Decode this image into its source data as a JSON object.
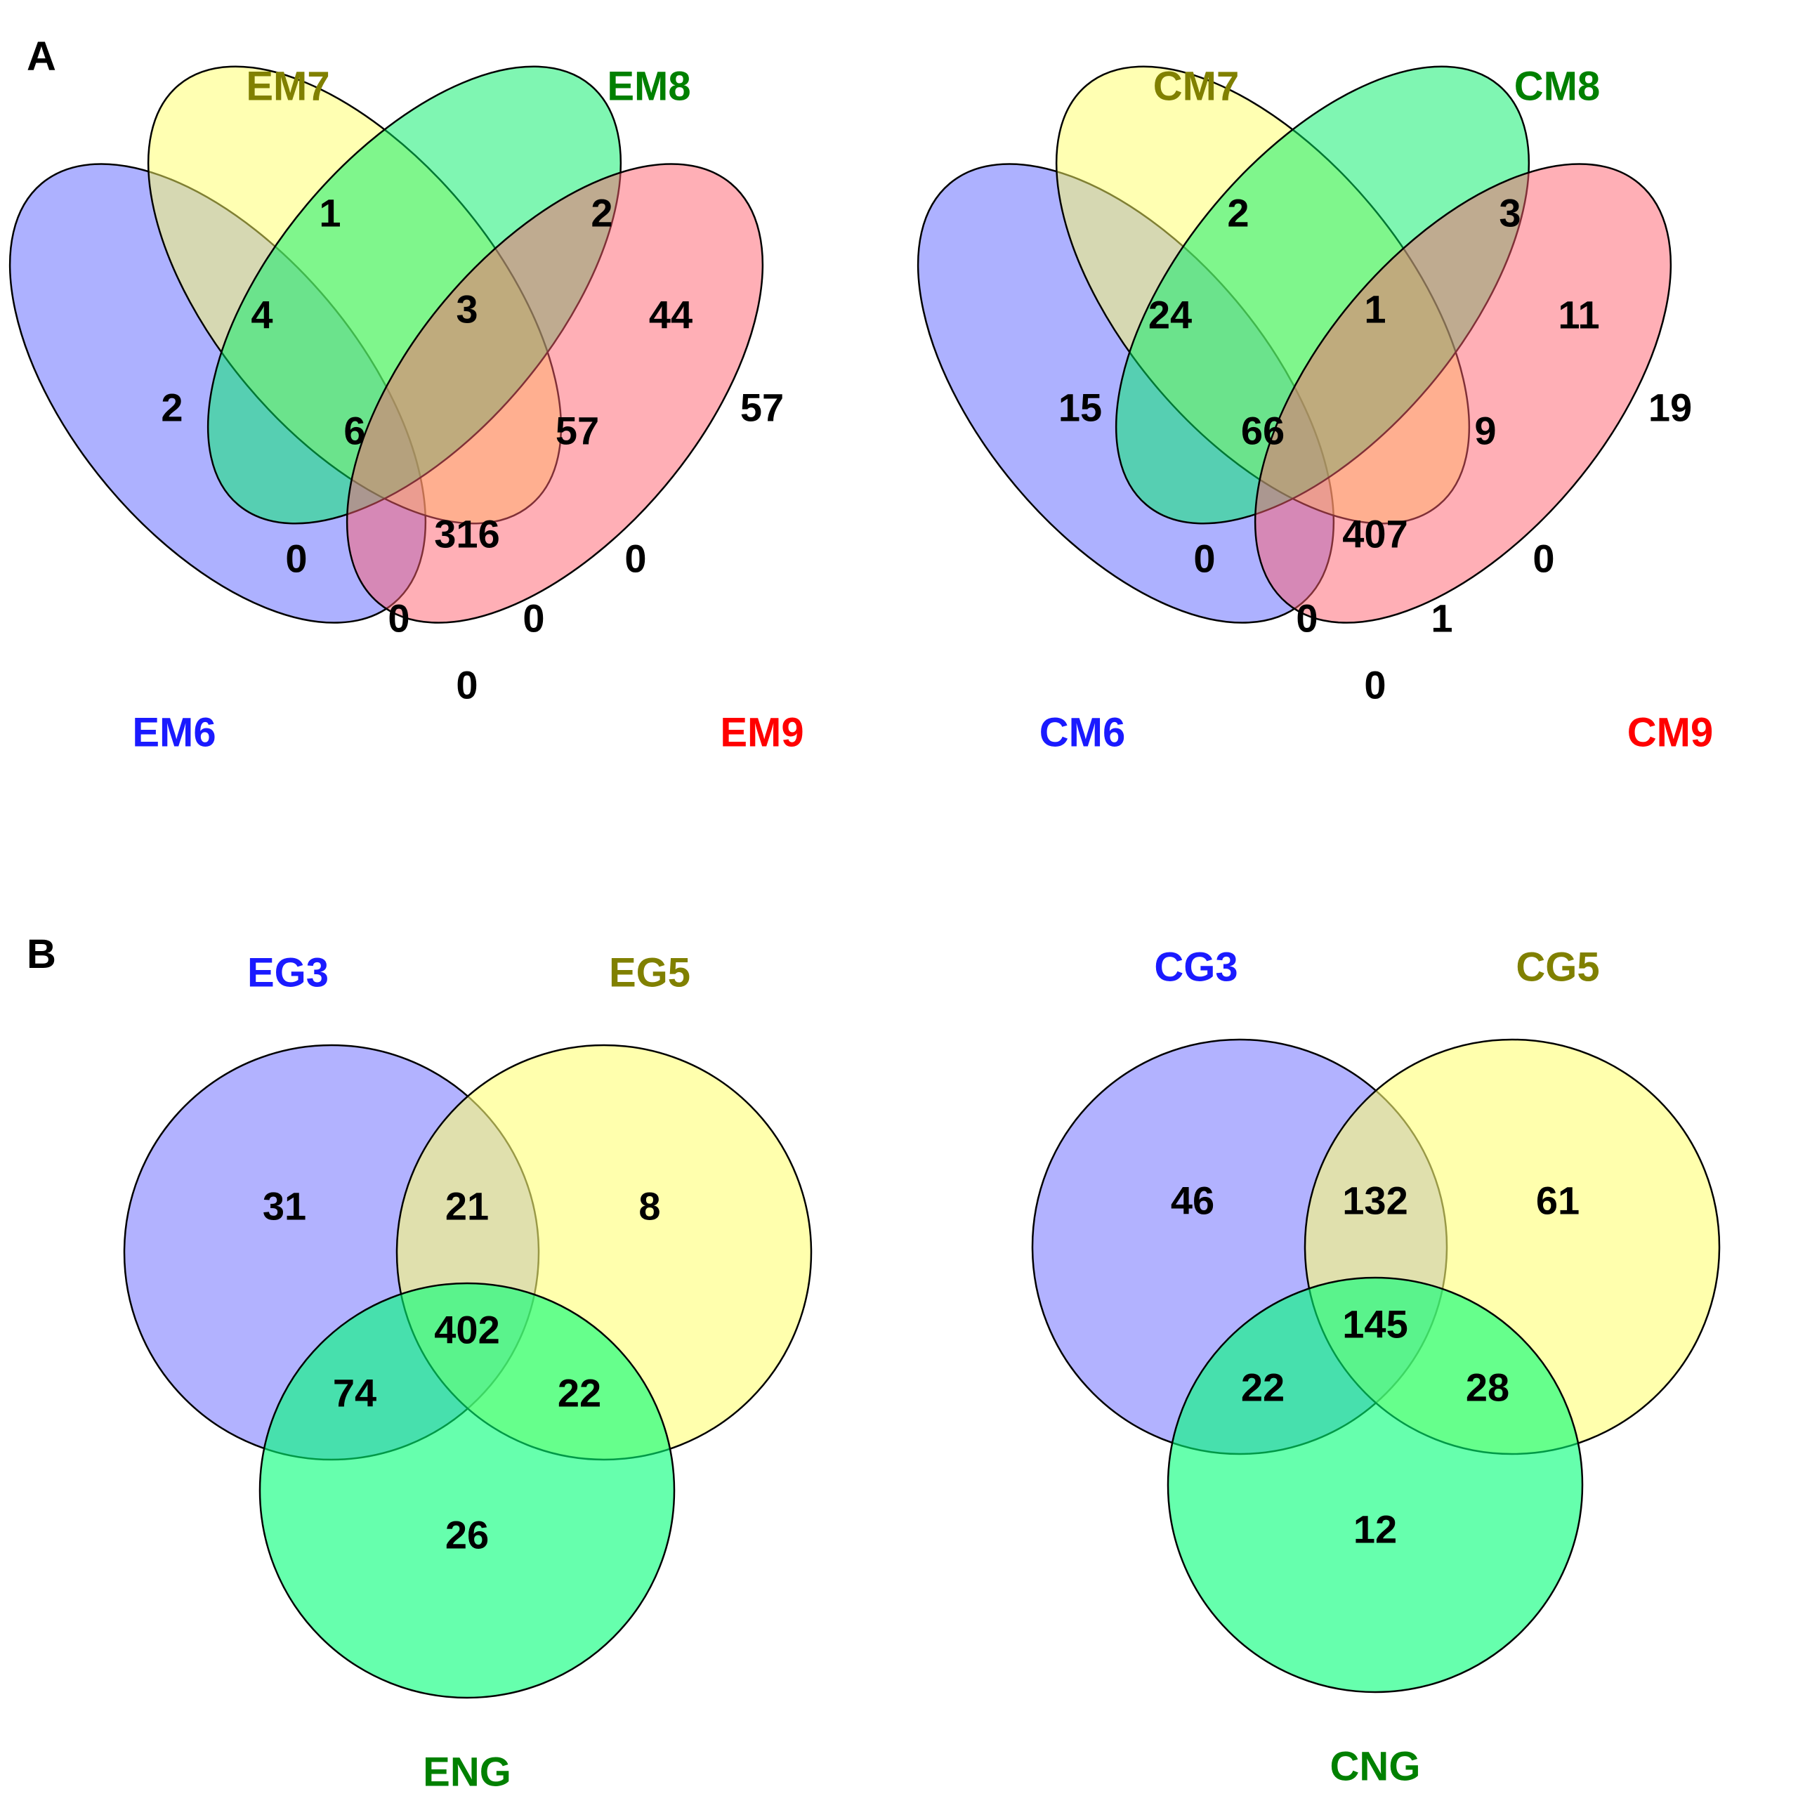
{
  "panels": [
    {
      "letter": "A"
    },
    {
      "letter": "B"
    }
  ],
  "venn4": [
    {
      "sets": [
        {
          "label": "EM6",
          "fill": "#5b63ff",
          "label_color": "#1a1aff"
        },
        {
          "label": "EM7",
          "fill": "#ffff66",
          "label_color": "#808000"
        },
        {
          "label": "EM8",
          "fill": "#00ee66",
          "label_color": "#008000"
        },
        {
          "label": "EM9",
          "fill": "#ff5f6e",
          "label_color": "#ff0000"
        }
      ],
      "counts": {
        "A": "2",
        "B": "1",
        "C": "2",
        "D": "57",
        "AB": "4",
        "BC": "3",
        "CD": "44",
        "ABC": "6",
        "BCD": "57",
        "ABCD": "316",
        "AC": "0",
        "BD": "0",
        "ACD": "0",
        "ABD": "0",
        "AD": "0"
      }
    },
    {
      "sets": [
        {
          "label": "CM6",
          "fill": "#5b63ff",
          "label_color": "#1a1aff"
        },
        {
          "label": "CM7",
          "fill": "#ffff66",
          "label_color": "#808000"
        },
        {
          "label": "CM8",
          "fill": "#00ee66",
          "label_color": "#008000"
        },
        {
          "label": "CM9",
          "fill": "#ff5f6e",
          "label_color": "#ff0000"
        }
      ],
      "counts": {
        "A": "15",
        "B": "2",
        "C": "3",
        "D": "19",
        "AB": "24",
        "BC": "1",
        "CD": "11",
        "ABC": "66",
        "BCD": "9",
        "ABCD": "407",
        "AC": "0",
        "BD": "0",
        "ACD": "0",
        "ABD": "1",
        "AD": "0"
      }
    }
  ],
  "venn3": [
    {
      "sets": [
        {
          "label": "EG3",
          "fill": "#7f7fff",
          "label_color": "#1a1aff"
        },
        {
          "label": "EG5",
          "fill": "#ffff77",
          "label_color": "#808000"
        },
        {
          "label": "ENG",
          "fill": "#00ff77",
          "label_color": "#008000"
        }
      ],
      "counts": {
        "A": "31",
        "AB": "21",
        "B": "8",
        "ABC": "402",
        "AC": "74",
        "BC": "22",
        "C": "26"
      }
    },
    {
      "sets": [
        {
          "label": "CG3",
          "fill": "#7f7fff",
          "label_color": "#1a1aff"
        },
        {
          "label": "CG5",
          "fill": "#ffff77",
          "label_color": "#808000"
        },
        {
          "label": "CNG",
          "fill": "#00ff77",
          "label_color": "#008000"
        }
      ],
      "counts": {
        "A": "46",
        "AB": "132",
        "B": "61",
        "ABC": "145",
        "AC": "22",
        "BC": "28",
        "C": "12"
      }
    }
  ]
}
